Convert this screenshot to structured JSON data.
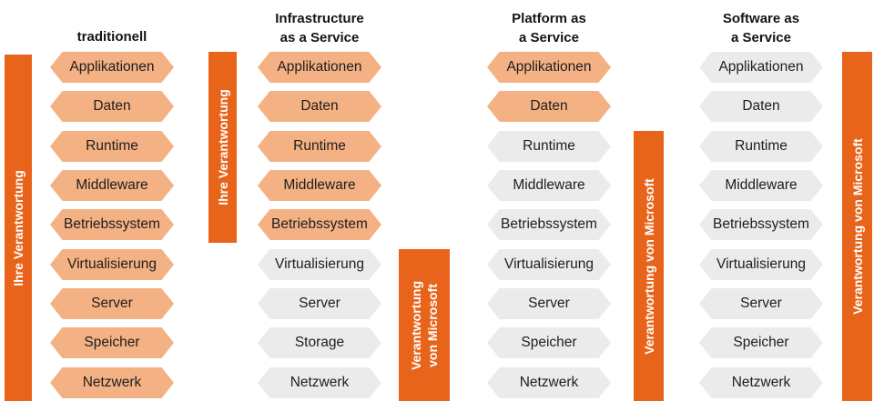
{
  "colors": {
    "customer": "#f4b183",
    "provider": "#ebebeb",
    "bar": "#e8641b"
  },
  "columns": [
    {
      "title": [
        "traditionell"
      ],
      "items": [
        {
          "label": "Applikationen",
          "owner": "customer"
        },
        {
          "label": "Daten",
          "owner": "customer"
        },
        {
          "label": "Runtime",
          "owner": "customer"
        },
        {
          "label": "Middleware",
          "owner": "customer"
        },
        {
          "label": "Betriebssystem",
          "owner": "customer"
        },
        {
          "label": "Virtualisierung",
          "owner": "customer"
        },
        {
          "label": "Server",
          "owner": "customer"
        },
        {
          "label": "Speicher",
          "owner": "customer"
        },
        {
          "label": "Netzwerk",
          "owner": "customer"
        }
      ]
    },
    {
      "title": [
        "Infrastructure",
        "as a Service"
      ],
      "items": [
        {
          "label": "Applikationen",
          "owner": "customer"
        },
        {
          "label": "Daten",
          "owner": "customer"
        },
        {
          "label": "Runtime",
          "owner": "customer"
        },
        {
          "label": "Middleware",
          "owner": "customer"
        },
        {
          "label": "Betriebssystem",
          "owner": "customer"
        },
        {
          "label": "Virtualisierung",
          "owner": "provider"
        },
        {
          "label": "Server",
          "owner": "provider"
        },
        {
          "label": "Storage",
          "owner": "provider"
        },
        {
          "label": "Netzwerk",
          "owner": "provider"
        }
      ]
    },
    {
      "title": [
        "Platform as",
        "a Service"
      ],
      "items": [
        {
          "label": "Applikationen",
          "owner": "customer"
        },
        {
          "label": "Daten",
          "owner": "customer"
        },
        {
          "label": "Runtime",
          "owner": "provider"
        },
        {
          "label": "Middleware",
          "owner": "provider"
        },
        {
          "label": "Betriebssystem",
          "owner": "provider"
        },
        {
          "label": "Virtualisierung",
          "owner": "provider"
        },
        {
          "label": "Server",
          "owner": "provider"
        },
        {
          "label": "Speicher",
          "owner": "provider"
        },
        {
          "label": "Netzwerk",
          "owner": "provider"
        }
      ]
    },
    {
      "title": [
        "Software as",
        "a Service"
      ],
      "items": [
        {
          "label": "Applikationen",
          "owner": "provider"
        },
        {
          "label": "Daten",
          "owner": "provider"
        },
        {
          "label": "Runtime",
          "owner": "provider"
        },
        {
          "label": "Middleware",
          "owner": "provider"
        },
        {
          "label": "Betriebssystem",
          "owner": "provider"
        },
        {
          "label": "Virtualisierung",
          "owner": "provider"
        },
        {
          "label": "Server",
          "owner": "provider"
        },
        {
          "label": "Speicher",
          "owner": "provider"
        },
        {
          "label": "Netzwerk",
          "owner": "provider"
        }
      ]
    }
  ],
  "bars": {
    "trad_customer": [
      "Ihre Verantwortung"
    ],
    "iaas_customer": [
      "Ihre Verantwortung"
    ],
    "iaas_provider": [
      "Verantwortung",
      "von Microsoft"
    ],
    "paas_provider": [
      "Verantwortung von Microsoft"
    ],
    "saas_provider": [
      "Verantwortung von Microsoft"
    ]
  }
}
